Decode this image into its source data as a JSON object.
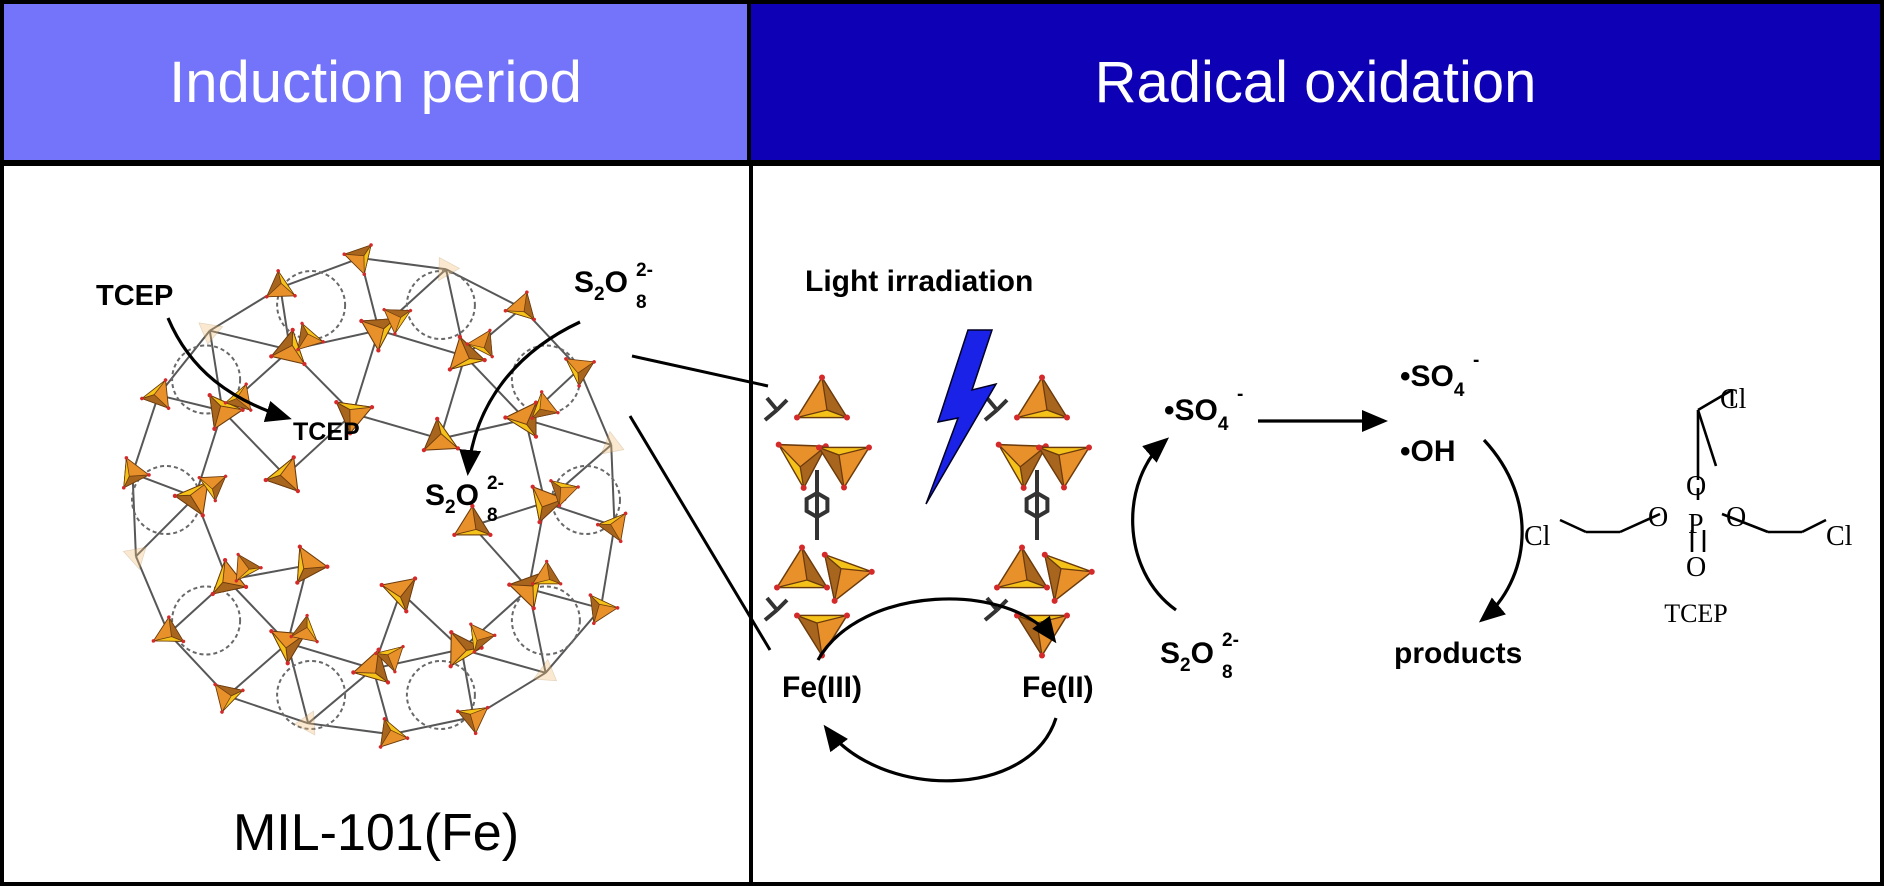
{
  "headers": {
    "left": "Induction period",
    "right": "Radical oxidation"
  },
  "left_panel": {
    "title": "MIL-101(Fe)",
    "tcep_outside": "TCEP",
    "tcep_inside": "TCEP",
    "persulfate_outside": {
      "base": "S",
      "sub1": "2",
      "mid": "O",
      "sub2": "8",
      "sup": "2-"
    },
    "persulfate_inside": {
      "base": "S",
      "sub1": "2",
      "mid": "O",
      "sub2": "8",
      "sup": "2-"
    }
  },
  "right_panel": {
    "light_label": "Light irradiation",
    "fe3": "Fe(III)",
    "fe2": "Fe(II)",
    "persulfate": {
      "base": "S",
      "sub1": "2",
      "mid": "O",
      "sub2": "8",
      "sup": "2-"
    },
    "sulfate_radical_1": {
      "dot": "•",
      "base": "SO",
      "sub": "4",
      "sup": "-"
    },
    "sulfate_radical_2": {
      "dot": "•",
      "base": "SO",
      "sub": "4",
      "sup": "-"
    },
    "hydroxyl_radical": "•OH",
    "products": "products",
    "tcep_structure": {
      "name": "TCEP",
      "atom_cl_top": "Cl",
      "atom_cl_left": "Cl",
      "atom_cl_right": "Cl",
      "atom_o_top": "O",
      "atom_o_left": "O",
      "atom_o_right": "O",
      "atom_o_bottom": "O",
      "atom_p": "P"
    }
  },
  "colors": {
    "header_left": "#7474fa",
    "header_right": "#0e00b4",
    "polyhedra_orange": "#e8902a",
    "polyhedra_brown": "#a8651e",
    "polyhedra_yellow": "#f5c21a",
    "lightning": "#1a22e8"
  }
}
